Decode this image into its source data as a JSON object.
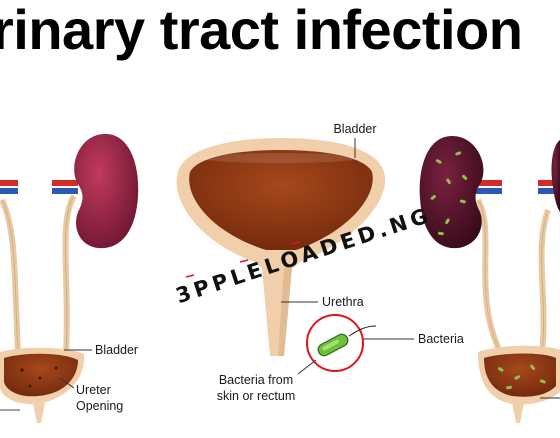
{
  "title": "rinary tract infection",
  "labels": {
    "bladder_top": "Bladder",
    "urethra": "Urethra",
    "bladder_left": "Bladder",
    "ureter_line1": "Ureter",
    "ureter_line2": "Opening",
    "bacteria": "Bacteria",
    "source_line1": "Bacteria from",
    "source_line2": "skin or rectum"
  },
  "watermark": "3PPLELOADED.NG",
  "colors": {
    "kidney": "#8e1f3e",
    "kidney_infected": "#4e1226",
    "ureter": "#e8c9a3",
    "bladder_wall": "#f1cfaa",
    "bladder_inner": "#8a3210",
    "artery": "#d42a2a",
    "vein": "#2a58b8",
    "bacteria": "#6fbf3c",
    "highlight_circle": "#e0161c"
  }
}
